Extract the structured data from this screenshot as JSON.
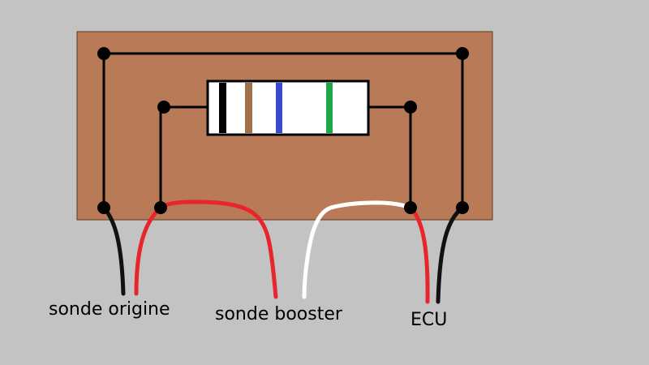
{
  "colors": {
    "background": "#c3c3c3",
    "board": "#b87a57",
    "trace": "#000000",
    "resistor_body": "#ffffff",
    "band_1": "#000000",
    "band_2": "#a0704a",
    "band_3": "#3b4bd0",
    "band_4": "#1fa54a",
    "wire_black": "#111111",
    "wire_red": "#e8242c",
    "wire_white": "#ffffff"
  },
  "labels": {
    "sonde_origine": "sonde origine",
    "sonde_booster": "sonde booster",
    "ecu": "ECU"
  }
}
